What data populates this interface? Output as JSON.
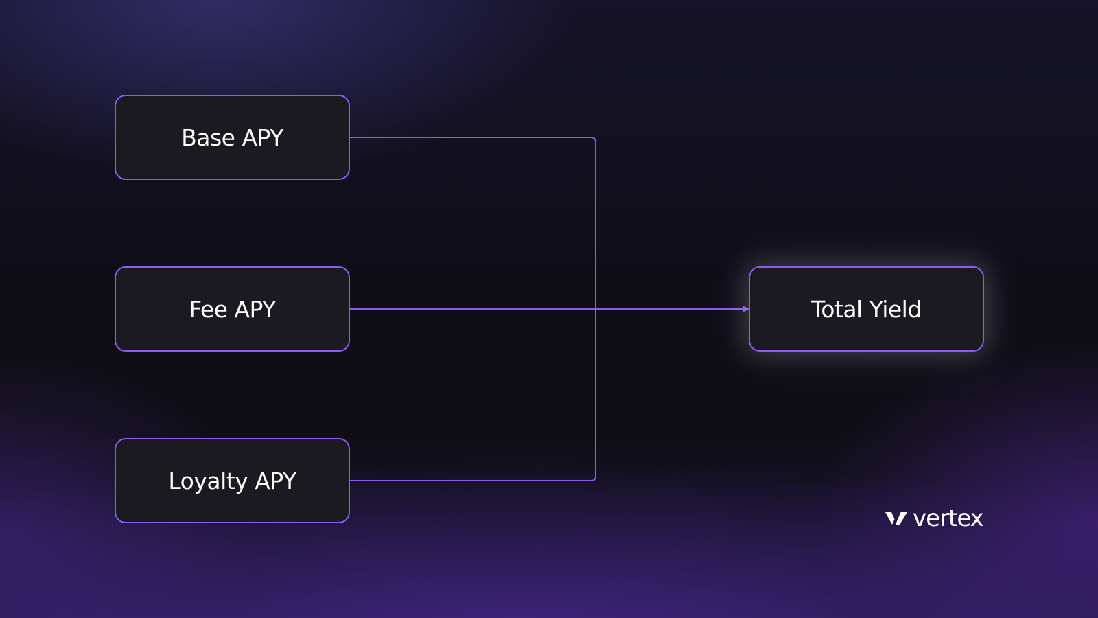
{
  "nodes": {
    "base": "Base APY",
    "fee": "Fee APY",
    "loyalty": "Loyalty APY",
    "total": "Total Yield"
  },
  "brand": {
    "name": "vertex",
    "icon": "vertex-logo-icon"
  },
  "colors": {
    "accent": "#8a5cf0",
    "node_fill": "#1a1a20",
    "text": "#ffffff"
  }
}
